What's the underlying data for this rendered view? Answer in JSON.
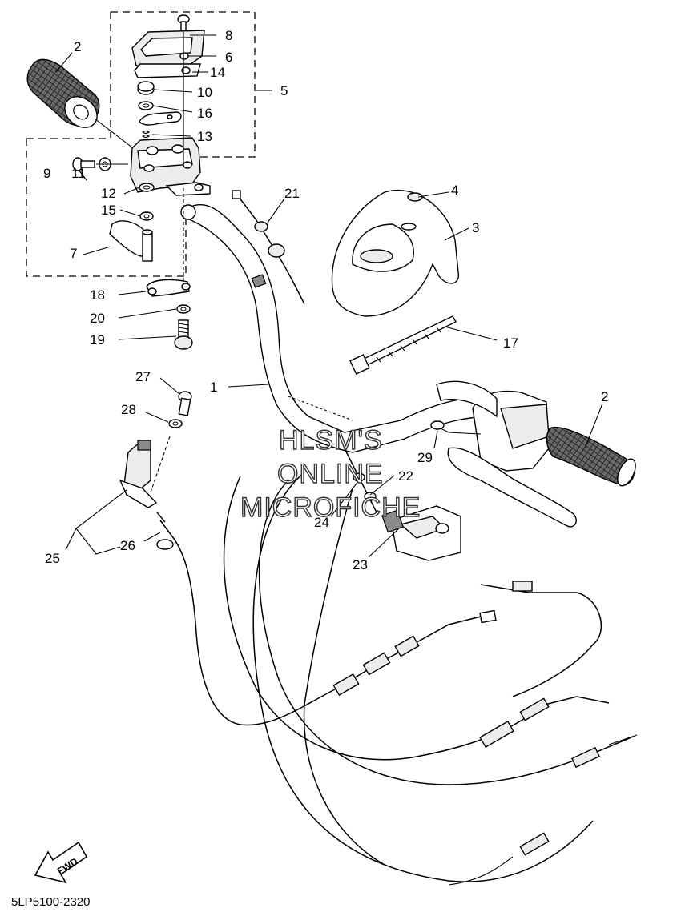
{
  "watermark": {
    "line1": "HLSM'S",
    "line2": "ONLINE",
    "line3": "MICROFICHE"
  },
  "doc_number": "5LP5100-2320",
  "fwd_label": "FWD",
  "callouts": {
    "c1": "1",
    "c2a": "2",
    "c2b": "2",
    "c3": "3",
    "c4": "4",
    "c5": "5",
    "c6": "6",
    "c7": "7",
    "c8": "8",
    "c9": "9",
    "c10": "10",
    "c11": "11",
    "c12": "12",
    "c13": "13",
    "c14": "14",
    "c15": "15",
    "c16": "16",
    "c17": "17",
    "c18": "18",
    "c19": "19",
    "c20": "20",
    "c21": "21",
    "c22": "22",
    "c23": "23",
    "c24": "24",
    "c25": "25",
    "c26": "26",
    "c27": "27",
    "c28": "28",
    "c29": "29"
  }
}
